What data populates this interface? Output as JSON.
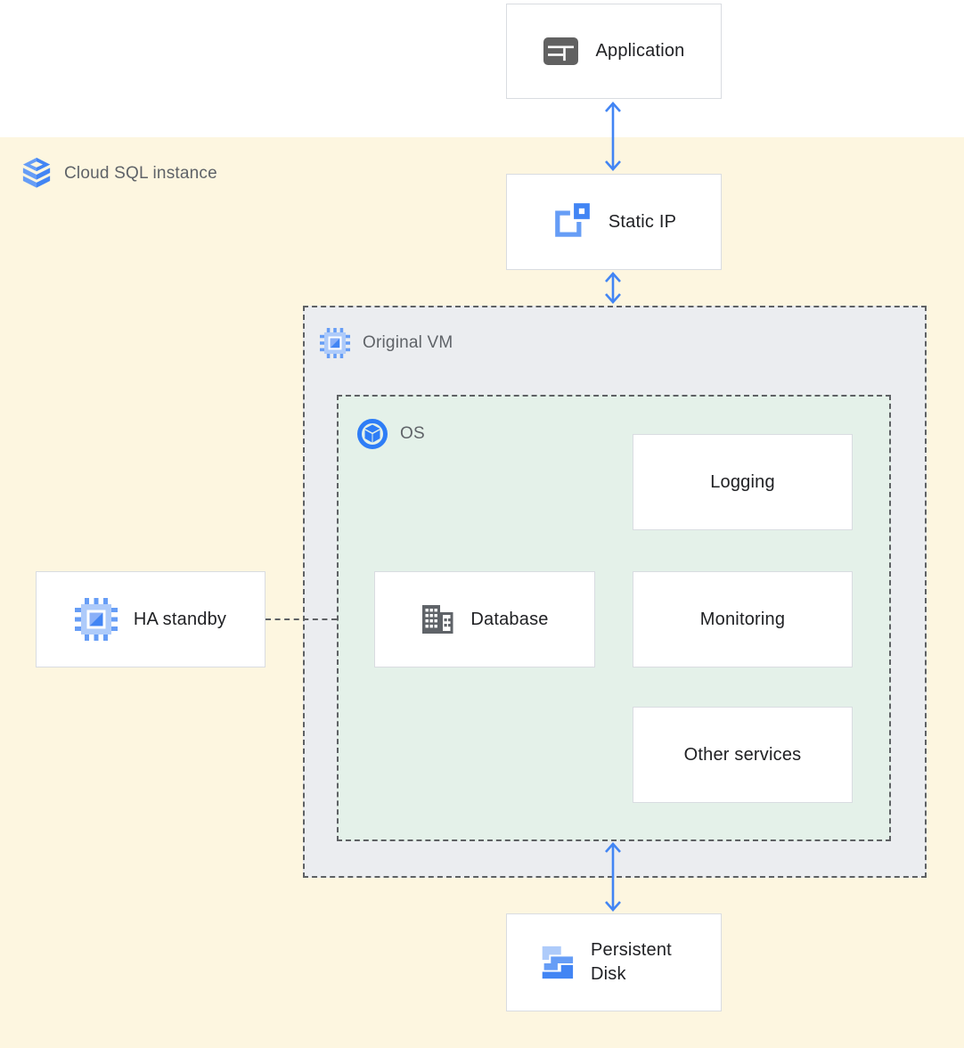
{
  "diagram": {
    "outer_region_label": "Cloud SQL instance",
    "vm_region_label": "Original VM",
    "os_region_label": "OS",
    "nodes": {
      "application": "Application",
      "static_ip": "Static IP",
      "ha_standby": "HA standby",
      "database": "Database",
      "logging": "Logging",
      "monitoring": "Monitoring",
      "other_services": "Other services",
      "persistent_disk": "Persistent Disk"
    },
    "connections": [
      {
        "from": "Application",
        "to": "Static IP",
        "type": "bidirectional-arrow"
      },
      {
        "from": "Static IP",
        "to": "Original VM",
        "type": "bidirectional-arrow"
      },
      {
        "from": "OS",
        "to": "Persistent Disk",
        "type": "bidirectional-arrow"
      },
      {
        "from": "HA standby",
        "to": "Original VM",
        "type": "dashed-link"
      }
    ],
    "icons": {
      "application": "app-window-icon",
      "cloud_sql": "cloud-sql-stack-icon",
      "static_ip": "static-ip-icon",
      "original_vm": "compute-engine-chip-icon",
      "ha_standby": "compute-engine-chip-icon",
      "os": "os-cube-circle-icon",
      "database": "database-building-icon",
      "persistent_disk": "persistent-disk-steps-icon"
    },
    "colors": {
      "background_top": "#ffffff",
      "background_instance": "#fdf6e0",
      "vm_region_fill": "#ebedf0",
      "os_region_fill": "#e4f1e9",
      "node_border": "#d9dce1",
      "dashed_border": "#5e6164",
      "arrow_blue": "#4285f4",
      "icon_blue_600": "#4285f4",
      "icon_blue_400": "#669df6",
      "icon_blue_200": "#aecbfa",
      "icon_gray": "#5f6368",
      "text_dark": "#202124",
      "text_gray": "#5f6368"
    }
  }
}
